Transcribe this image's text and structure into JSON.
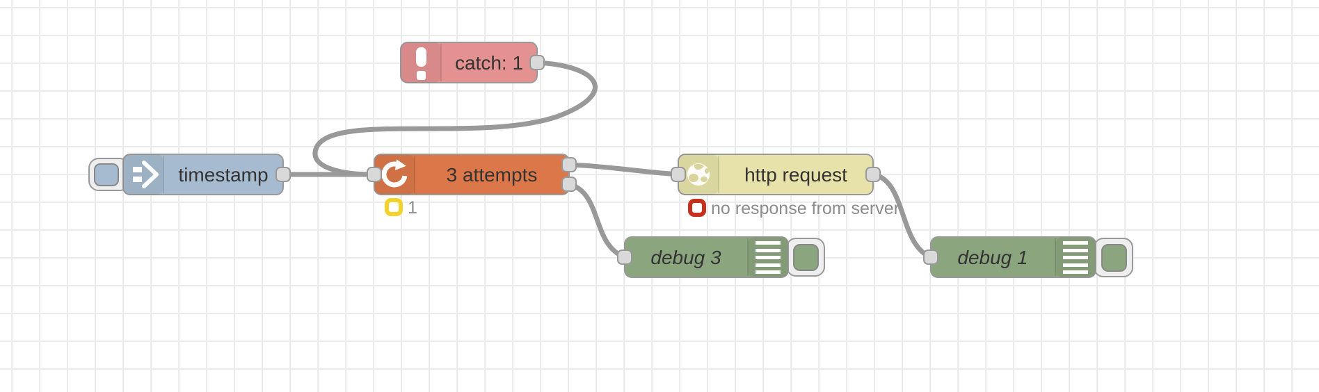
{
  "colors": {
    "inject": "#a6bbcf",
    "catch": "#e49191",
    "retry": "#db7749",
    "http": "#e6e2a9",
    "debug": "#8ba57e",
    "wire": "#999999",
    "node_border": "#999999",
    "port": "#d9d9d9",
    "label": "#333333",
    "status_text": "#8c8c8c",
    "status_yellow": "#f3d32b",
    "status_red": "#c5311c",
    "grid": "#ebebeb",
    "background": "#ffffff",
    "globe_land": "#d8d49b"
  },
  "nodes": {
    "catch": {
      "label": "catch: 1"
    },
    "inject": {
      "label": "timestamp"
    },
    "retry": {
      "label": "3 attempts",
      "status_text": "1"
    },
    "http_request": {
      "label": "http request",
      "status_text": "no response from server"
    },
    "debug3": {
      "label": "debug 3"
    },
    "debug1": {
      "label": "debug 1"
    }
  },
  "icons": {
    "catch": "exclamation-icon",
    "inject": "inject-arrow-icon",
    "retry": "redo-icon",
    "http_request": "globe-icon",
    "debug": "list-icon"
  }
}
